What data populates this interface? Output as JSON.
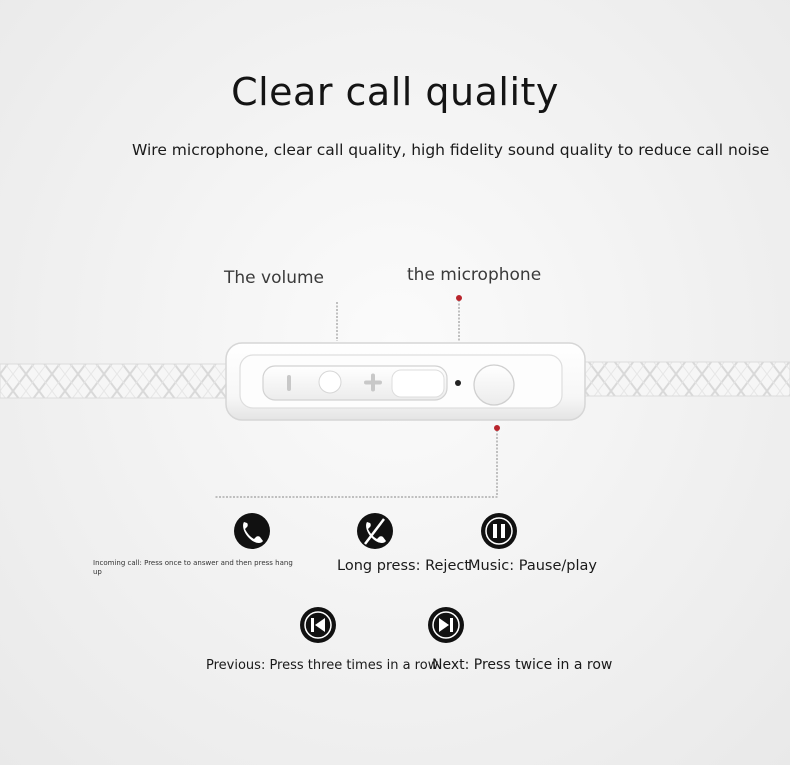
{
  "heading": {
    "title": "Clear call quality",
    "subtitle": "Wire microphone, clear call quality, high fidelity sound quality to reduce call noise"
  },
  "callouts": {
    "volume_label": "The volume",
    "microphone_label": "the microphone"
  },
  "functions": [
    {
      "icon": "phone-icon",
      "caption": "Incoming call: Press once to answer and then press hang up"
    },
    {
      "icon": "phone-reject-icon",
      "caption": "Long press: Reject"
    },
    {
      "icon": "pause-icon",
      "caption": "Music: Pause/play"
    },
    {
      "icon": "previous-track-icon",
      "caption": "Previous: Press three times in a row"
    },
    {
      "icon": "next-track-icon",
      "caption": "Next: Press twice in a row"
    }
  ],
  "colors": {
    "accent_dot": "#b8242c",
    "icon_fill": "#111111",
    "remote_body": "#fafafa"
  }
}
